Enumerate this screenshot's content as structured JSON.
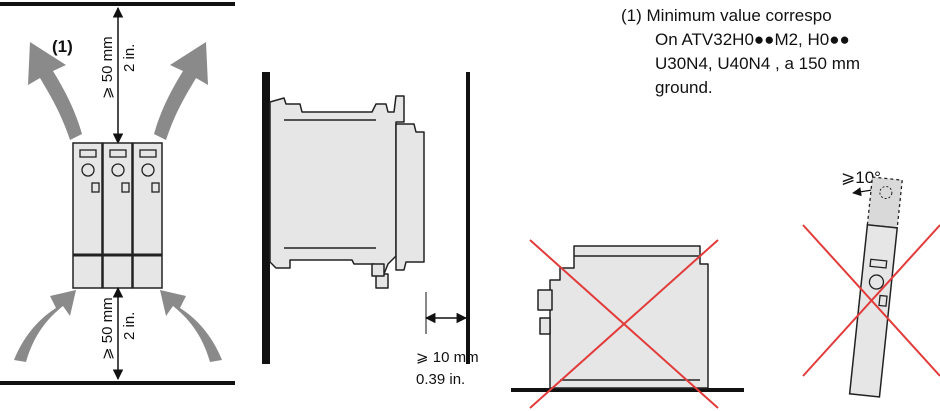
{
  "labels": {
    "note_ref": "(1)",
    "dim_top_mm": "⩾ 50 mm",
    "dim_top_in": "2 in.",
    "dim_bottom_mm": "⩾ 50 mm",
    "dim_bottom_in": "2 in.",
    "side_gap_mm": "⩾ 10 mm",
    "side_gap_in": "0.39 in.",
    "tilt_angle": "⩾10°"
  },
  "note": {
    "line1": "(1) Minimum value correspo",
    "line2": "On ATV32H0●●M2, H0●●",
    "line3": "U30N4, U40N4 , a 150 mm",
    "line4": "ground."
  },
  "colors": {
    "arrow_gray": "#8a8a8a",
    "drive_fill": "#e6e6e6",
    "drive_stroke": "#222222",
    "cross_red": "#e23b3b",
    "wall_black": "#111111"
  }
}
